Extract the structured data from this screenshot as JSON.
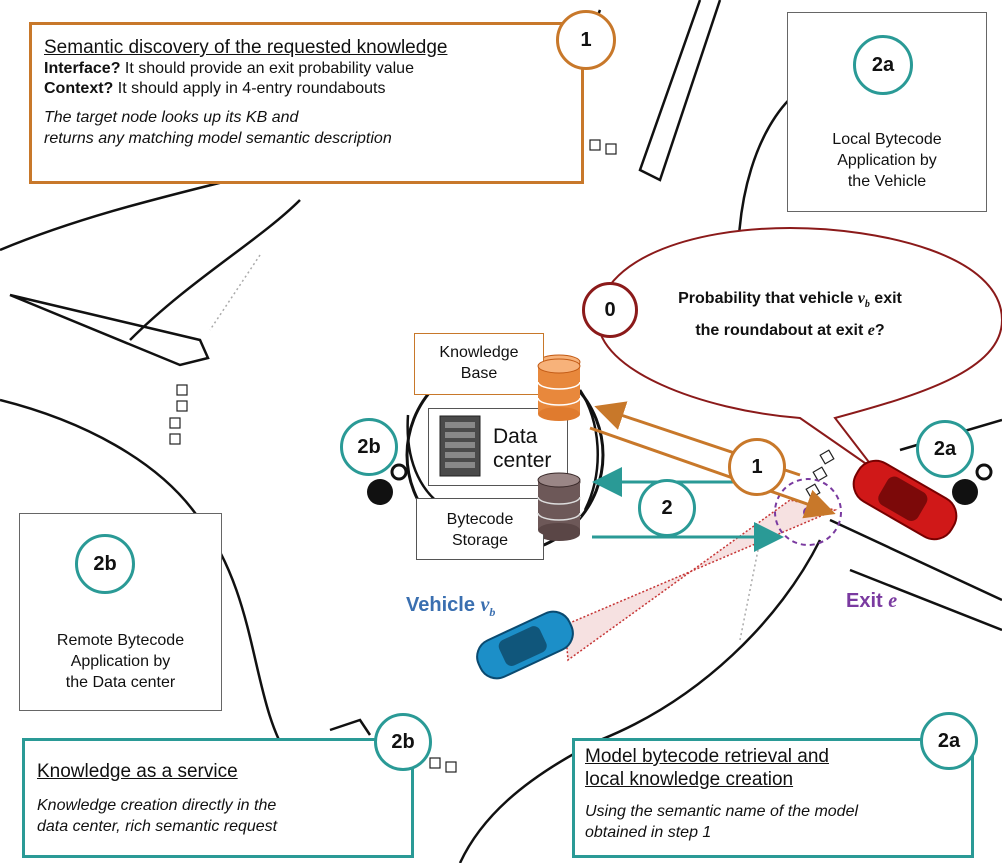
{
  "step1_box": {
    "title": "Semantic discovery of the requested knowledge",
    "interface_label": "Interface?",
    "interface_text": " It should provide an exit probability value",
    "context_label": "Context?",
    "context_text": " It should apply in 4-entry roundabouts",
    "note_line1": "The target node looks up its KB and",
    "note_line2": "returns any matching model semantic description"
  },
  "local_box": {
    "badge": "2a",
    "line1": "Local Bytecode",
    "line2": "Application by",
    "line3": "the Vehicle"
  },
  "remote_box": {
    "badge": "2b",
    "line1": "Remote Bytecode",
    "line2": "Application by",
    "line3": "the Data center"
  },
  "question": {
    "badge": "0",
    "line1_a": "Probability that vehicle ",
    "var_v": "v",
    "var_sub": "b",
    "line1_b": " exit",
    "line2_a": "the roundabout at exit ",
    "var_e": "e",
    "line2_b": "?"
  },
  "datacenter": {
    "kb_line1": "Knowledge",
    "kb_line2": "Base",
    "dc_line1": "Data",
    "dc_line2": "center",
    "bc_line1": "Bytecode",
    "bc_line2": "Storage",
    "badge": "2b"
  },
  "arrows": {
    "badge1": "1",
    "badge2": "2"
  },
  "car_badge": "2a",
  "vehicle_label": {
    "prefix": "Vehicle ",
    "var": "v",
    "sub": "b"
  },
  "exit_label": {
    "prefix": "Exit ",
    "var": "e"
  },
  "kaas_box": {
    "badge": "2b",
    "title": "Knowledge as a service",
    "note_line1": "Knowledge creation directly in the",
    "note_line2": "data center, rich semantic request"
  },
  "retrieval_box": {
    "badge": "2a",
    "title_line1": "Model bytecode retrieval and",
    "title_line2": "local knowledge creation",
    "note_line1": "Using the semantic name of the model",
    "note_line2": "obtained in step 1"
  },
  "step1_badge": "1",
  "colors": {
    "orange": "#c8782a",
    "teal": "#2a9a96",
    "darkred": "#8b1a1a",
    "blue": "#3a6fb0",
    "purple": "#7a3aa0"
  }
}
